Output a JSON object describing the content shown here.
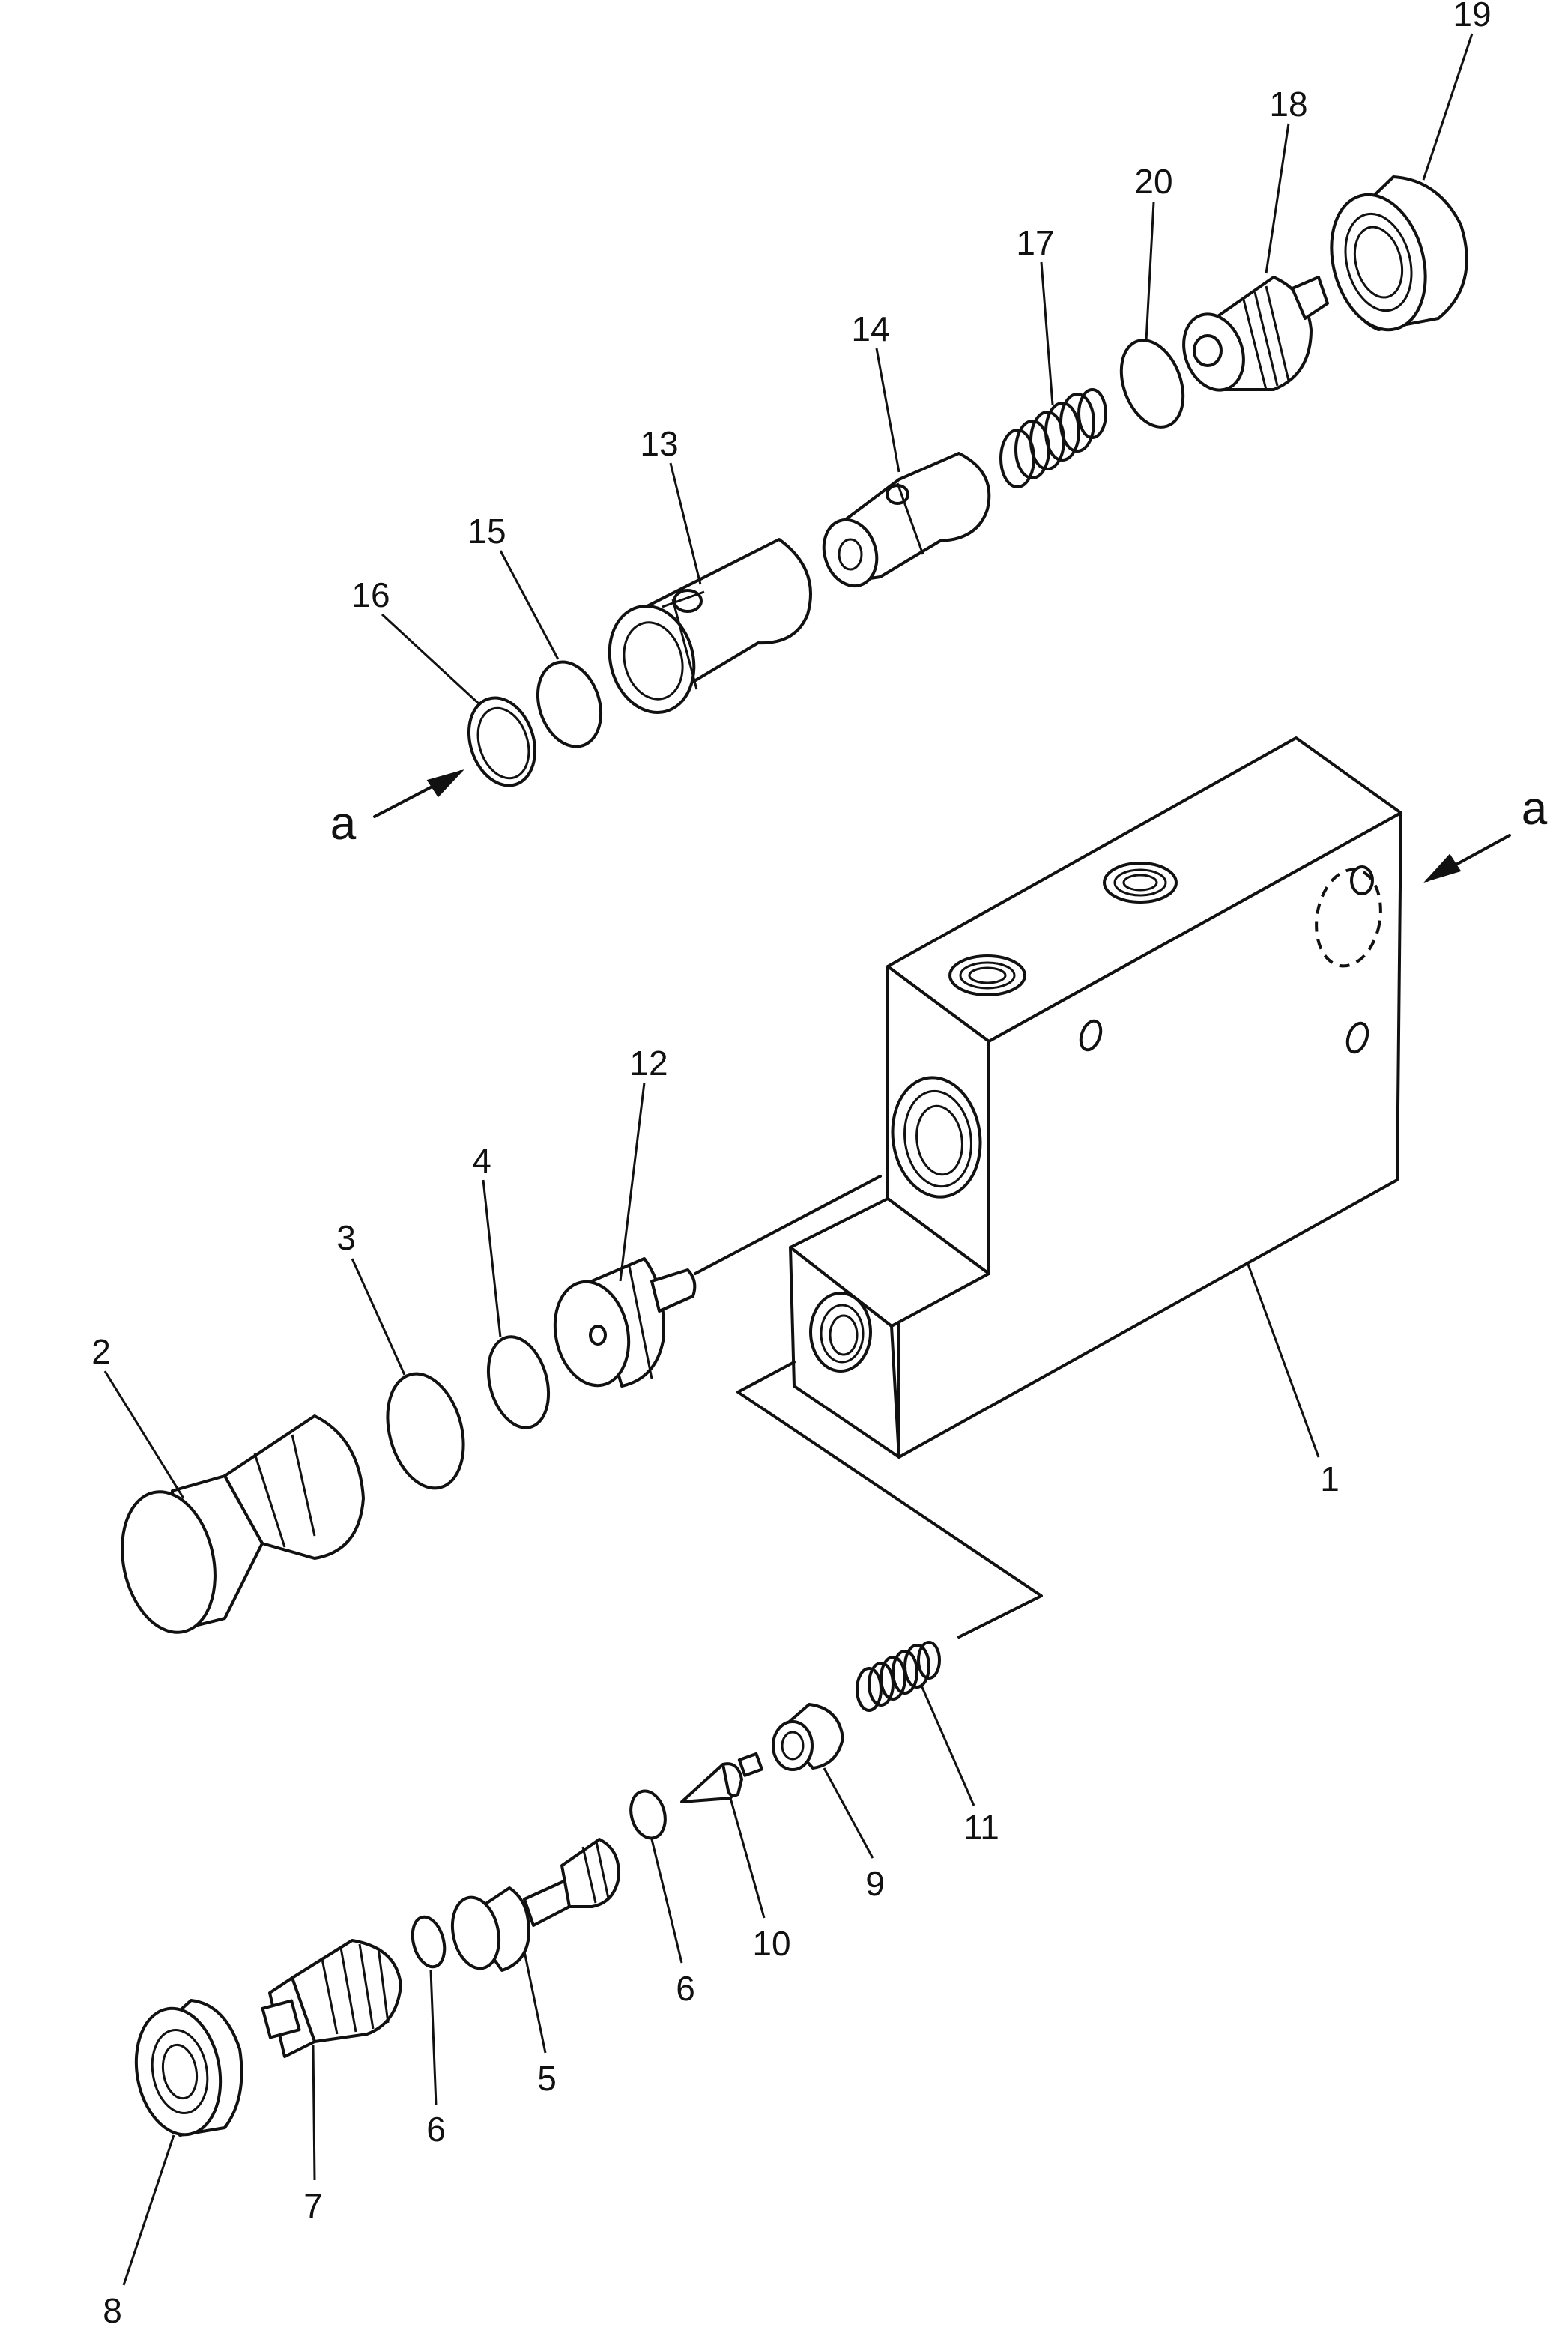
{
  "labels": {
    "p1": "1",
    "p2": "2",
    "p3": "3",
    "p4": "4",
    "p5": "5",
    "p6a": "6",
    "p6b": "6",
    "p7": "7",
    "p8": "8",
    "p9": "9",
    "p10": "10",
    "p11": "11",
    "p12": "12",
    "p13": "13",
    "p14": "14",
    "p15": "15",
    "p16": "16",
    "p17": "17",
    "p18": "18",
    "p19": "19",
    "p20": "20",
    "view_a_left": "a",
    "view_a_right": "a"
  }
}
